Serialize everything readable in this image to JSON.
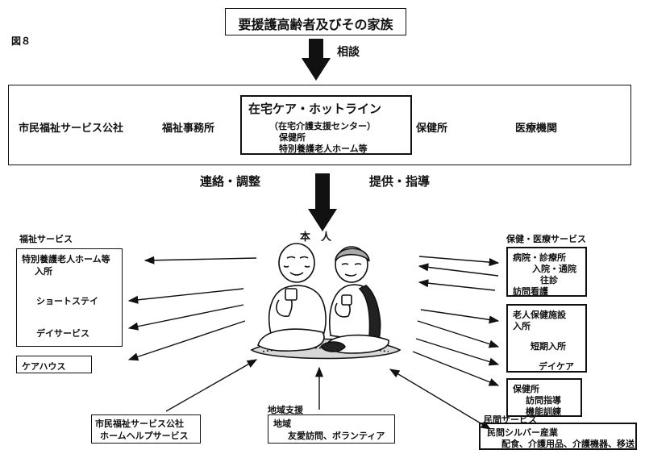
{
  "figure_label": "図８",
  "top_box": "要援護高齢者及びその家族",
  "consult_label": "相談",
  "center_row": {
    "left1": "市民福祉サービス公社",
    "left2": "福祉事務所",
    "hotline_title": "在宅ケア・ホットライン",
    "hotline_sub1": "（在宅介護支援センター）",
    "hotline_sub2": "保健所",
    "hotline_sub3": "特別養護老人ホーム等",
    "right1": "保健所",
    "right2": "医療機関"
  },
  "contact_label": "連絡・調整",
  "provide_label": "提供・指導",
  "person_label": "本　人",
  "welfare": {
    "heading": "福祉サービス",
    "item1": "特別養護老人ホーム等",
    "item1_sub": "入所",
    "item2": "ショートステイ",
    "item3": "デイサービス",
    "item4": "ケアハウス"
  },
  "medical": {
    "heading": "保健・医療サービス",
    "hospital": "病院・診療所",
    "hospital_sub1": "入院・通院",
    "hospital_sub2": "往診",
    "hospital_sub3": "訪問看護",
    "facility": "老人保健施設",
    "facility_sub1": "入所",
    "facility_sub2": "短期入所",
    "facility_sub3": "デイケア",
    "health": "保健所",
    "health_sub1": "訪問指導",
    "health_sub2": "機能訓練"
  },
  "bottom_left": {
    "line1": "市民福祉サービス公社",
    "line2": "ホームヘルプサービス"
  },
  "community": {
    "heading": "地域支援",
    "line1": "地域",
    "line2": "友愛訪問、ボランティア"
  },
  "private": {
    "heading": "民間サービス",
    "line1": "民間シルバー産業",
    "line2": "配食、介護用品、介護機器、移送"
  }
}
